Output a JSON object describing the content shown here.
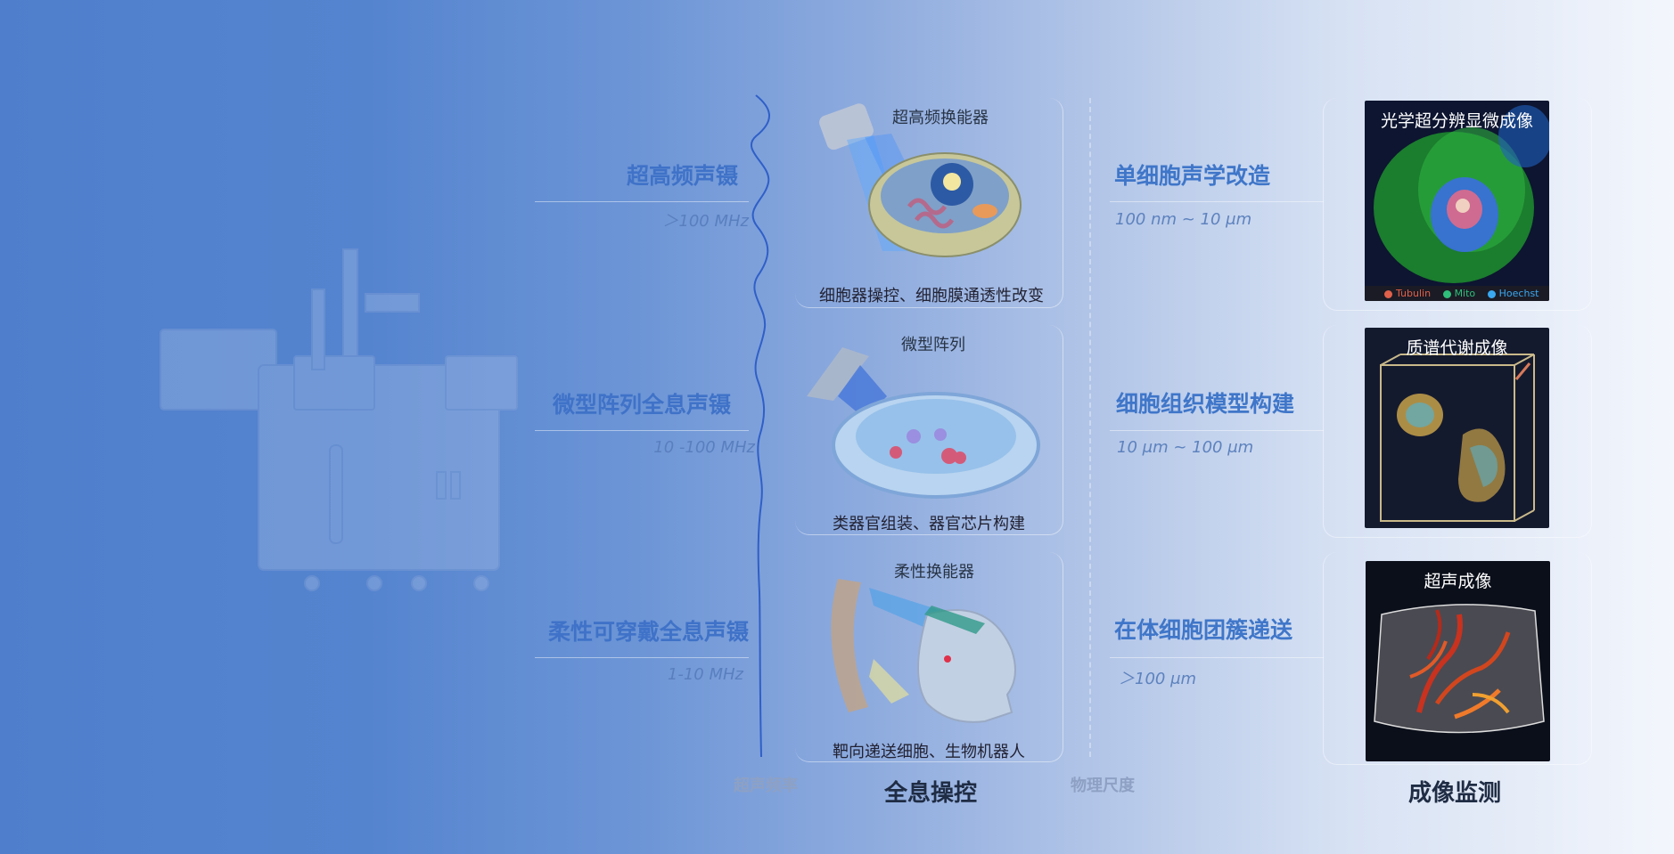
{
  "frequency_column": {
    "rows": [
      {
        "title": "超高频声镊",
        "value": "＞100 MHz"
      },
      {
        "title": "微型阵列全息声镊",
        "value": "10 -100 MHz"
      },
      {
        "title": "柔性可穿戴全息声镊",
        "value": "1-10 MHz"
      }
    ],
    "axis_label": "超声频率"
  },
  "center_column": {
    "cards": [
      {
        "top_label": "超高频换能器",
        "caption": "细胞器操控、细胞膜通透性改变"
      },
      {
        "top_label": "微型阵列",
        "caption": "类器官组装、器官芯片构建"
      },
      {
        "top_label": "柔性换能器",
        "caption": "靶向递送细胞、生物机器人"
      }
    ],
    "axis_label": "全息操控"
  },
  "scale_column": {
    "rows": [
      {
        "title": "单细胞声学改造",
        "value": "100 nm ~ 10 μm"
      },
      {
        "title": "细胞组织模型构建",
        "value": "10 μm ~ 100 μm"
      },
      {
        "title": "在体细胞团簇递送",
        "value": "＞100 μm"
      }
    ],
    "axis_label": "物理尺度"
  },
  "imaging_column": {
    "panels": [
      {
        "title": "光学超分辨显微成像",
        "legend": [
          "Tubulin",
          "Mito",
          "Hoechst"
        ]
      },
      {
        "title": "质谱代谢成像"
      },
      {
        "title": "超声成像"
      }
    ],
    "axis_label": "成像监测"
  },
  "colors": {
    "legend_tubulin": "#e0604a",
    "legend_mito": "#2fbf7a",
    "legend_hoechst": "#3aa8f0"
  }
}
